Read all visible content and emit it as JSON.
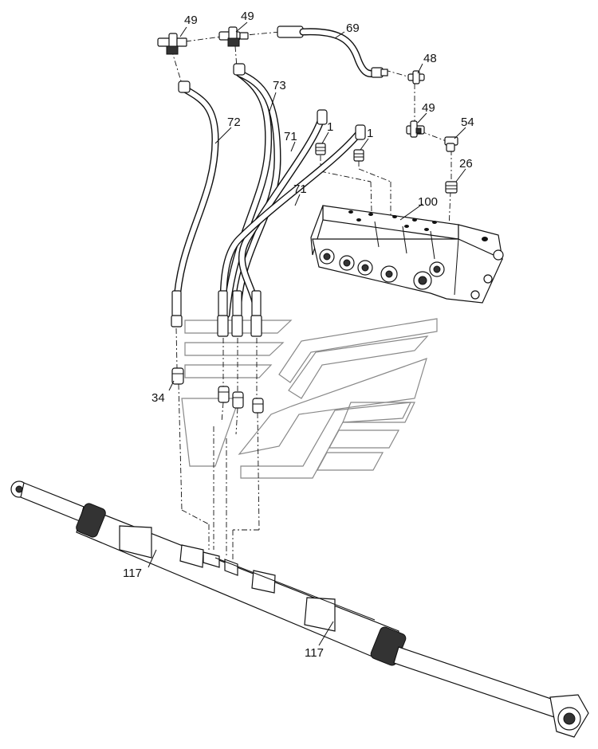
{
  "diagram": {
    "labels": [
      {
        "id": "label-49-a",
        "text": "49"
      },
      {
        "id": "label-49-b",
        "text": "49"
      },
      {
        "id": "label-69",
        "text": "69"
      },
      {
        "id": "label-48",
        "text": "48"
      },
      {
        "id": "label-49-c",
        "text": "49"
      },
      {
        "id": "label-54",
        "text": "54"
      },
      {
        "id": "label-72",
        "text": "72"
      },
      {
        "id": "label-73",
        "text": "73"
      },
      {
        "id": "label-1-a",
        "text": "1"
      },
      {
        "id": "label-1-b",
        "text": "1"
      },
      {
        "id": "label-71-a",
        "text": "71"
      },
      {
        "id": "label-71-b",
        "text": "71"
      },
      {
        "id": "label-26",
        "text": "26"
      },
      {
        "id": "label-100",
        "text": "100"
      },
      {
        "id": "label-34",
        "text": "34"
      },
      {
        "id": "label-117-a",
        "text": "117"
      },
      {
        "id": "label-117-b",
        "text": "117"
      }
    ]
  }
}
